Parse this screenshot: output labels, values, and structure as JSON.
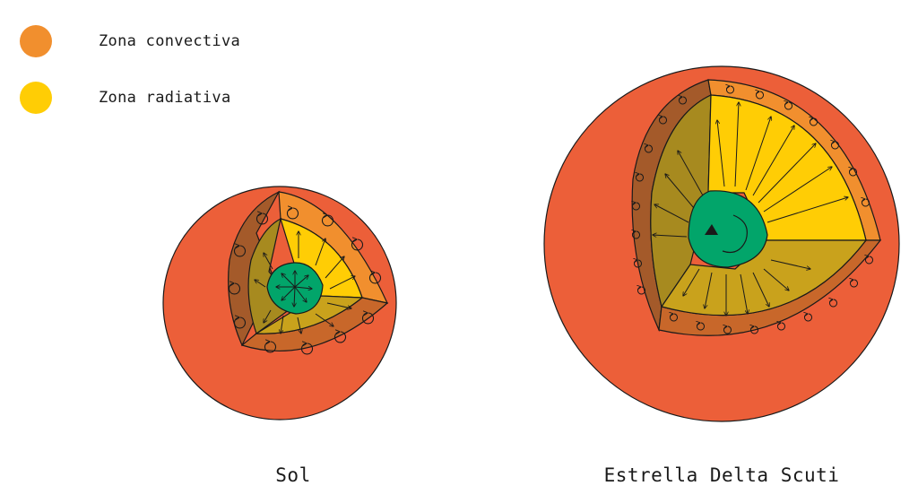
{
  "legend": {
    "items": [
      {
        "label": "Zona convectiva",
        "color": "#F18F2E"
      },
      {
        "label": "Zona radiativa",
        "color": "#FFCD05"
      }
    ]
  },
  "stars": [
    {
      "name": "Sol"
    },
    {
      "name": "Estrella Delta Scuti"
    }
  ],
  "colors": {
    "outer": "#EC5F39",
    "convective": "#F18F2E",
    "radiative": "#FFCD05",
    "core": "#02A56A",
    "outline": "#1a1a1a"
  }
}
